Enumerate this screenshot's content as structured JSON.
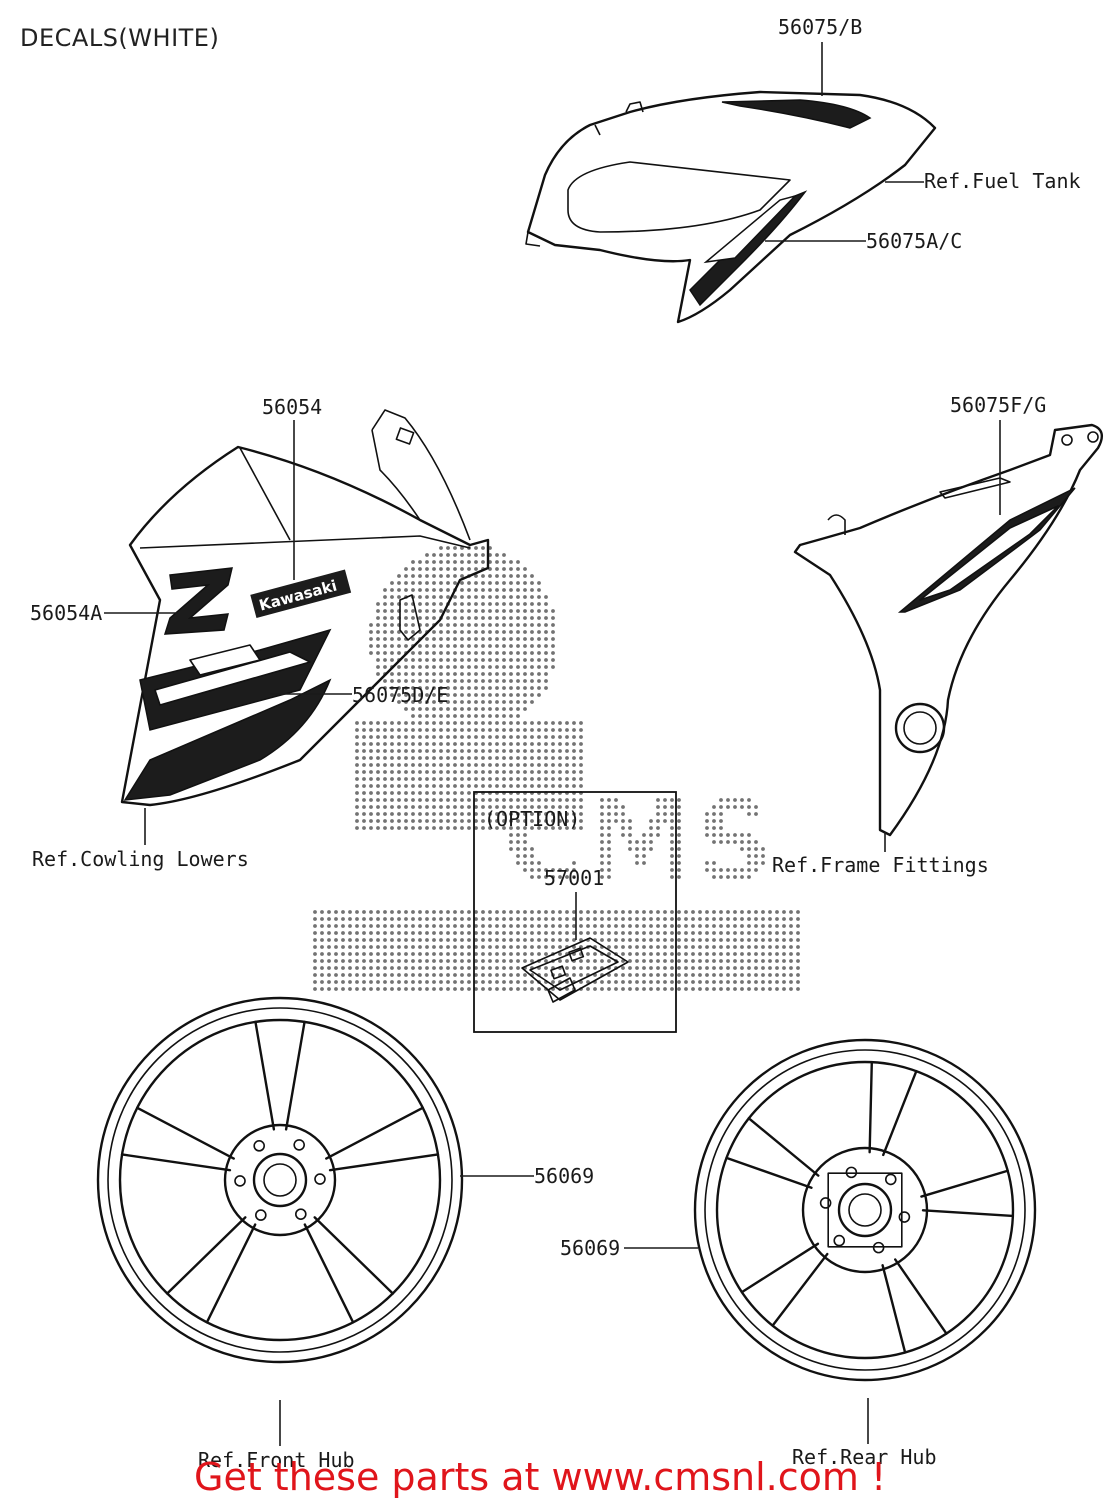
{
  "title": "DECALS(WHITE)",
  "labels": {
    "p_56075B": "56075/B",
    "ref_fuel_tank": "Ref.Fuel Tank",
    "p_56075AC": "56075A/C",
    "p_56054": "56054",
    "p_56054A": "56054A",
    "p_56075DE": "56075D/E",
    "ref_cowling_lowers": "Ref.Cowling Lowers",
    "p_56075FG": "56075F/G",
    "ref_frame_fittings": "Ref.Frame Fittings",
    "option": "(OPTION)",
    "p_57001": "57001",
    "p_56069_front": "56069",
    "p_56069_rear": "56069",
    "ref_front_hub": "Ref.Front Hub",
    "ref_rear_hub": "Ref.Rear Hub"
  },
  "decal_text": {
    "brand": "Kawasaki",
    "z": "Z"
  },
  "watermark": {
    "brand": "CMS",
    "url": "www.cmsnl.com"
  },
  "banner": "Get these parts at www.cmsnl.com !",
  "colors": {
    "ink": "#111111",
    "banner": "#e0151b",
    "watermark": "#000000"
  },
  "icons": [
    "tank-cover-panel",
    "front-cowl-panel",
    "side-frame-cover",
    "option-decal-kit",
    "front-wheel",
    "rear-wheel"
  ]
}
